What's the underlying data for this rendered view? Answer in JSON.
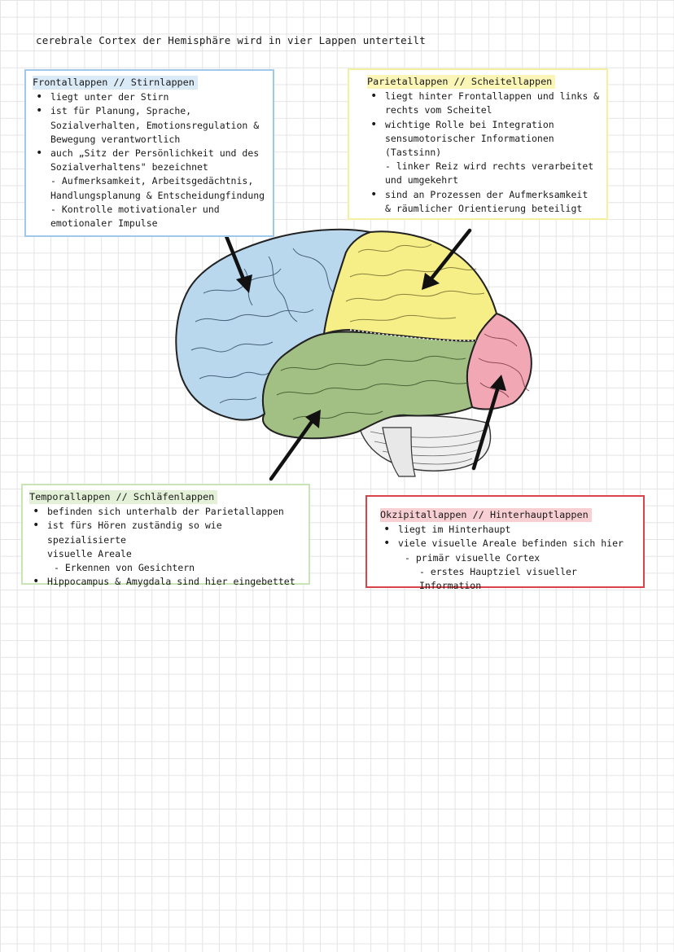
{
  "title": "cerebrale Cortex der Hemisphäre wird in vier Lappen unterteilt",
  "frontal": {
    "heading": "Frontallappen // Stirnlappen",
    "b1": "liegt unter der Stirn",
    "b2a": "ist für Planung, Sprache,",
    "b2b": "Sozialverhalten, Emotionsregulation &",
    "b2c": "Bewegung verantwortlich",
    "b3a": "auch „Sitz der Persönlichkeit und des",
    "b3b": "Sozialverhaltens\" bezeichnet",
    "s1": "- Aufmerksamkeit, Arbeitsgedächtnis,",
    "s2": "Handlungsplanung & Entscheidungfindung",
    "s3": "- Kontrolle motivationaler und",
    "s4": "emotionaler Impulse"
  },
  "parietal": {
    "heading": "Parietallappen // Scheitellappen",
    "b1a": "liegt hinter Frontallappen und links &",
    "b1b": "rechts vom Scheitel",
    "b2a": "wichtige Rolle bei Integration",
    "b2b": "sensumotorischer Informationen",
    "b2c": "(Tastsinn)",
    "s1": "- linker Reiz wird rechts verarbeitet",
    "s2": "und umgekehrt",
    "b3a": "sind an Prozessen der Aufmerksamkeit",
    "b3b": "& räumlicher Orientierung beteiligt"
  },
  "temporal": {
    "heading": "Temporallappen // Schläfenlappen",
    "b1": "befinden sich unterhalb der Parietallappen",
    "b2a": "ist fürs Hören zuständig so wie spezialisierte",
    "b2b": "visuelle Areale",
    "s1": "- Erkennen von Gesichtern",
    "b3": "Hippocampus & Amygdala sind hier eingebettet"
  },
  "occipital": {
    "heading": "Okzipitallappen // Hinterhauptlappen",
    "b1": "liegt im Hinterhaupt",
    "b2": "viele visuelle Areale befinden sich hier",
    "s1": "- primär visuelle Cortex",
    "s2": "- erstes Hauptziel visueller Information"
  },
  "colors": {
    "frontal": "#b9d8ee",
    "parietal": "#f6ee86",
    "temporal": "#a2c083",
    "occipital": "#f2a8b4",
    "cerebellum": "#efefef"
  }
}
